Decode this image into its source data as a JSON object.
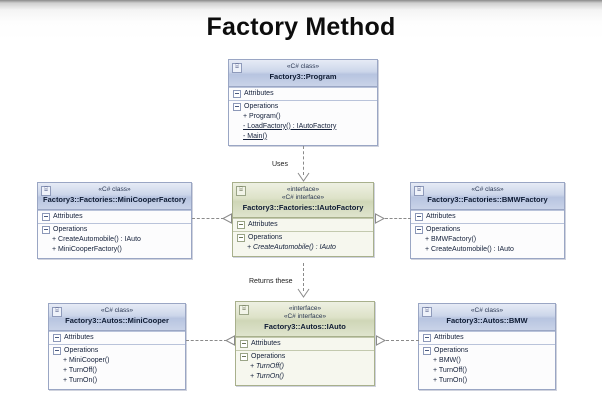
{
  "title": "Factory Method",
  "boxes": {
    "program": {
      "stereotype": "«C# class»",
      "name": "Factory3::Program",
      "attributes_label": "Attributes",
      "operations_label": "Operations",
      "operations": [
        "+ Program()",
        "- LoadFactory() : IAutoFactory",
        "- Main()"
      ]
    },
    "minicooperfactory": {
      "stereotype": "«C# class»",
      "name": "Factory3::Factories::MiniCooperFactory",
      "attributes_label": "Attributes",
      "operations_label": "Operations",
      "operations": [
        "+ CreateAutomobile() : IAuto",
        "+ MiniCooperFactory()"
      ]
    },
    "iautofactory": {
      "stereotype1": "«interface»",
      "stereotype2": "«C# interface»",
      "name": "Factory3::Factories::IAutoFactory",
      "attributes_label": "Attributes",
      "operations_label": "Operations",
      "operations": [
        "+ CreateAutomobile() : IAuto"
      ]
    },
    "bmwfactory": {
      "stereotype": "«C# class»",
      "name": "Factory3::Factories::BMWFactory",
      "attributes_label": "Attributes",
      "operations_label": "Operations",
      "operations": [
        "+ BMWFactory()",
        "+ CreateAutomobile() : IAuto"
      ]
    },
    "minicooper": {
      "stereotype": "«C# class»",
      "name": "Factory3::Autos::MiniCooper",
      "attributes_label": "Attributes",
      "operations_label": "Operations",
      "operations": [
        "+ MiniCooper()",
        "+ TurnOff()",
        "+ TurnOn()"
      ]
    },
    "iauto": {
      "stereotype1": "«interface»",
      "stereotype2": "«C# interface»",
      "name": "Factory3::Autos::IAuto",
      "attributes_label": "Attributes",
      "operations_label": "Operations",
      "operations": [
        "+ TurnOff()",
        "+ TurnOn()"
      ]
    },
    "bmw": {
      "stereotype": "«C# class»",
      "name": "Factory3::Autos::BMW",
      "attributes_label": "Attributes",
      "operations_label": "Operations",
      "operations": [
        "+ BMW()",
        "+ TurnOff()",
        "+ TurnOn()"
      ]
    }
  },
  "connectors": {
    "uses_label": "Uses",
    "returns_label": "Returns these"
  },
  "corner_glyph": "⌸",
  "colors": {
    "class_header": "#c9d3e8",
    "interface_header": "#dfe4cd",
    "border_class": "#9aa6c4",
    "border_interface": "#a8b08c",
    "connector": "#8a8a8a",
    "title_text": "#0d0d0d"
  }
}
